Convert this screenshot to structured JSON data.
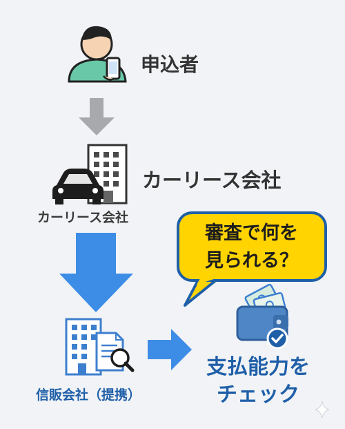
{
  "applicant": {
    "label": "申込者"
  },
  "lease_company": {
    "heading": "カーリース会社",
    "caption": "カーリース会社"
  },
  "credit_company": {
    "caption": "信販会社（提携）"
  },
  "bubble": {
    "line1": "審査で何を",
    "line2": "見られる？"
  },
  "result": {
    "line1": "支払能力を",
    "line2": "チェック"
  },
  "colors": {
    "background": "#f1f3f6",
    "accent_blue": "#3d8de6",
    "text_blue": "#1f5fa8",
    "bubble_fill": "#ffd400",
    "bubble_border": "#1f5fa8",
    "gray_arrow": "#a7a9ac"
  },
  "icons": [
    "person-phone-icon",
    "building-icon",
    "car-icon",
    "office-search-icon",
    "wallet-check-icon",
    "sparkle-icon"
  ]
}
